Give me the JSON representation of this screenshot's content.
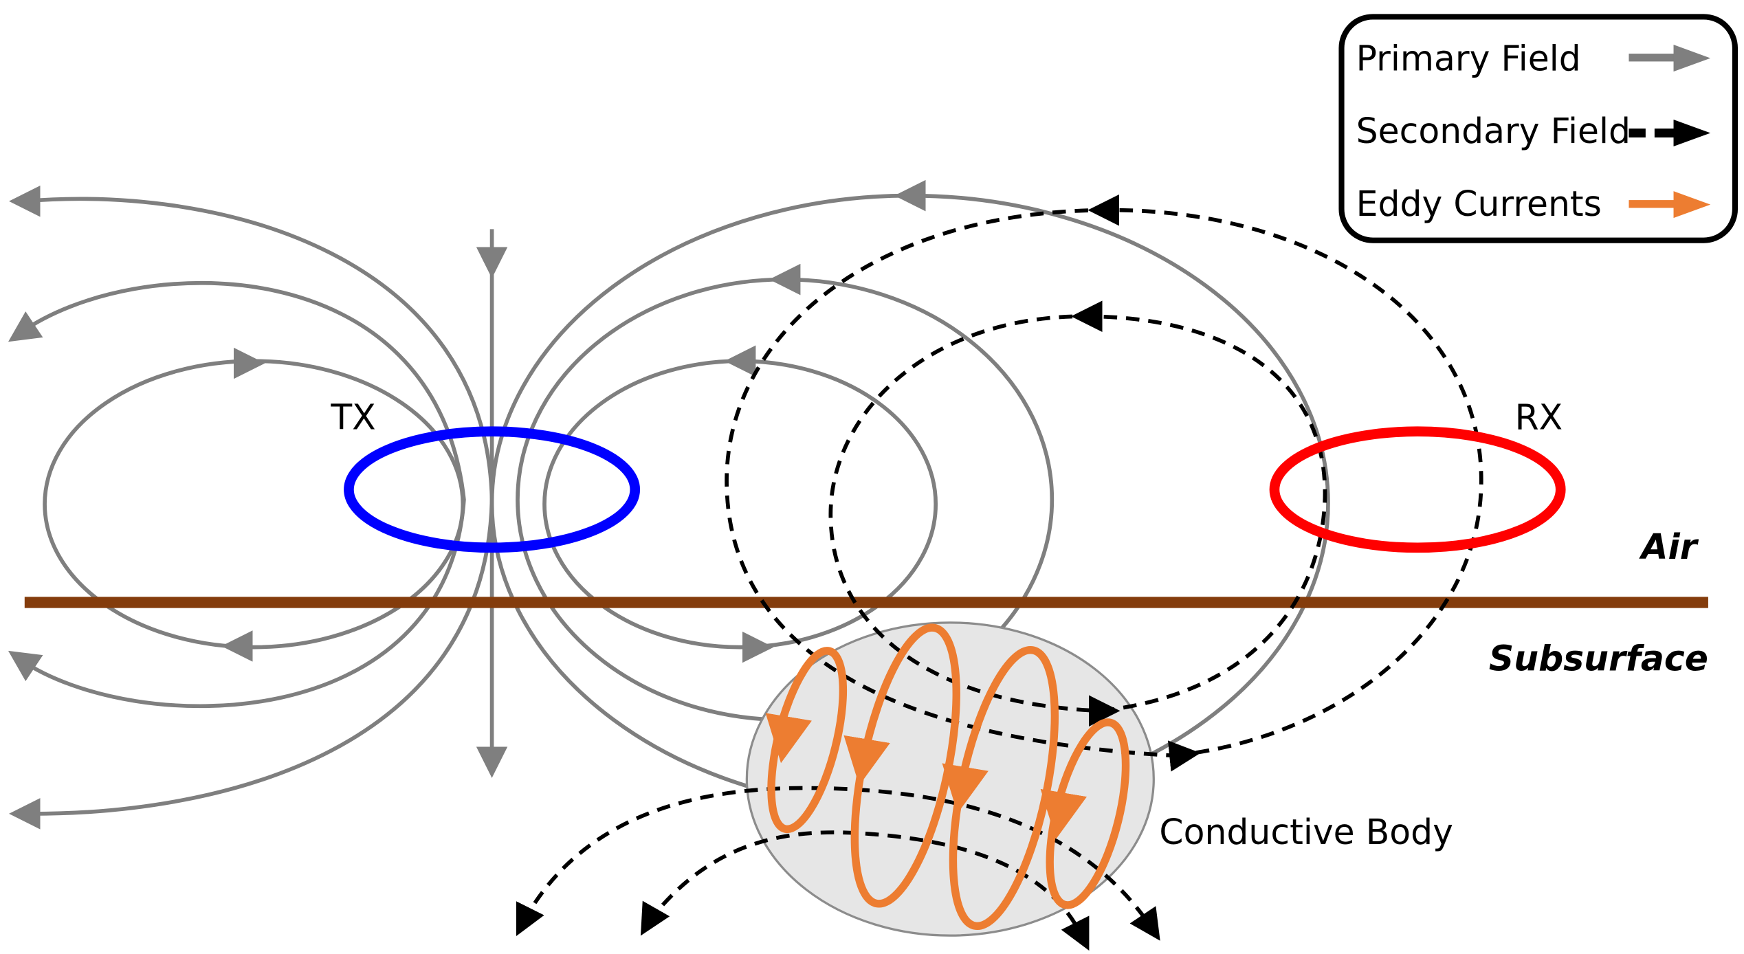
{
  "legend": {
    "items": [
      {
        "label": "Primary Field",
        "color": "#7f7f7f",
        "style": "solid"
      },
      {
        "label": "Secondary Field",
        "color": "#000000",
        "style": "dashed"
      },
      {
        "label": "Eddy Currents",
        "color": "#ed7d31",
        "style": "solid"
      }
    ]
  },
  "labels": {
    "tx": "TX",
    "rx": "RX",
    "air": "Air",
    "subsurface": "Subsurface",
    "conductive_body": "Conductive Body"
  },
  "colors": {
    "tx_loop": "#0000ff",
    "rx_loop": "#ff0000",
    "ground": "#843c0c",
    "body_fill": "#e6e6e6"
  }
}
